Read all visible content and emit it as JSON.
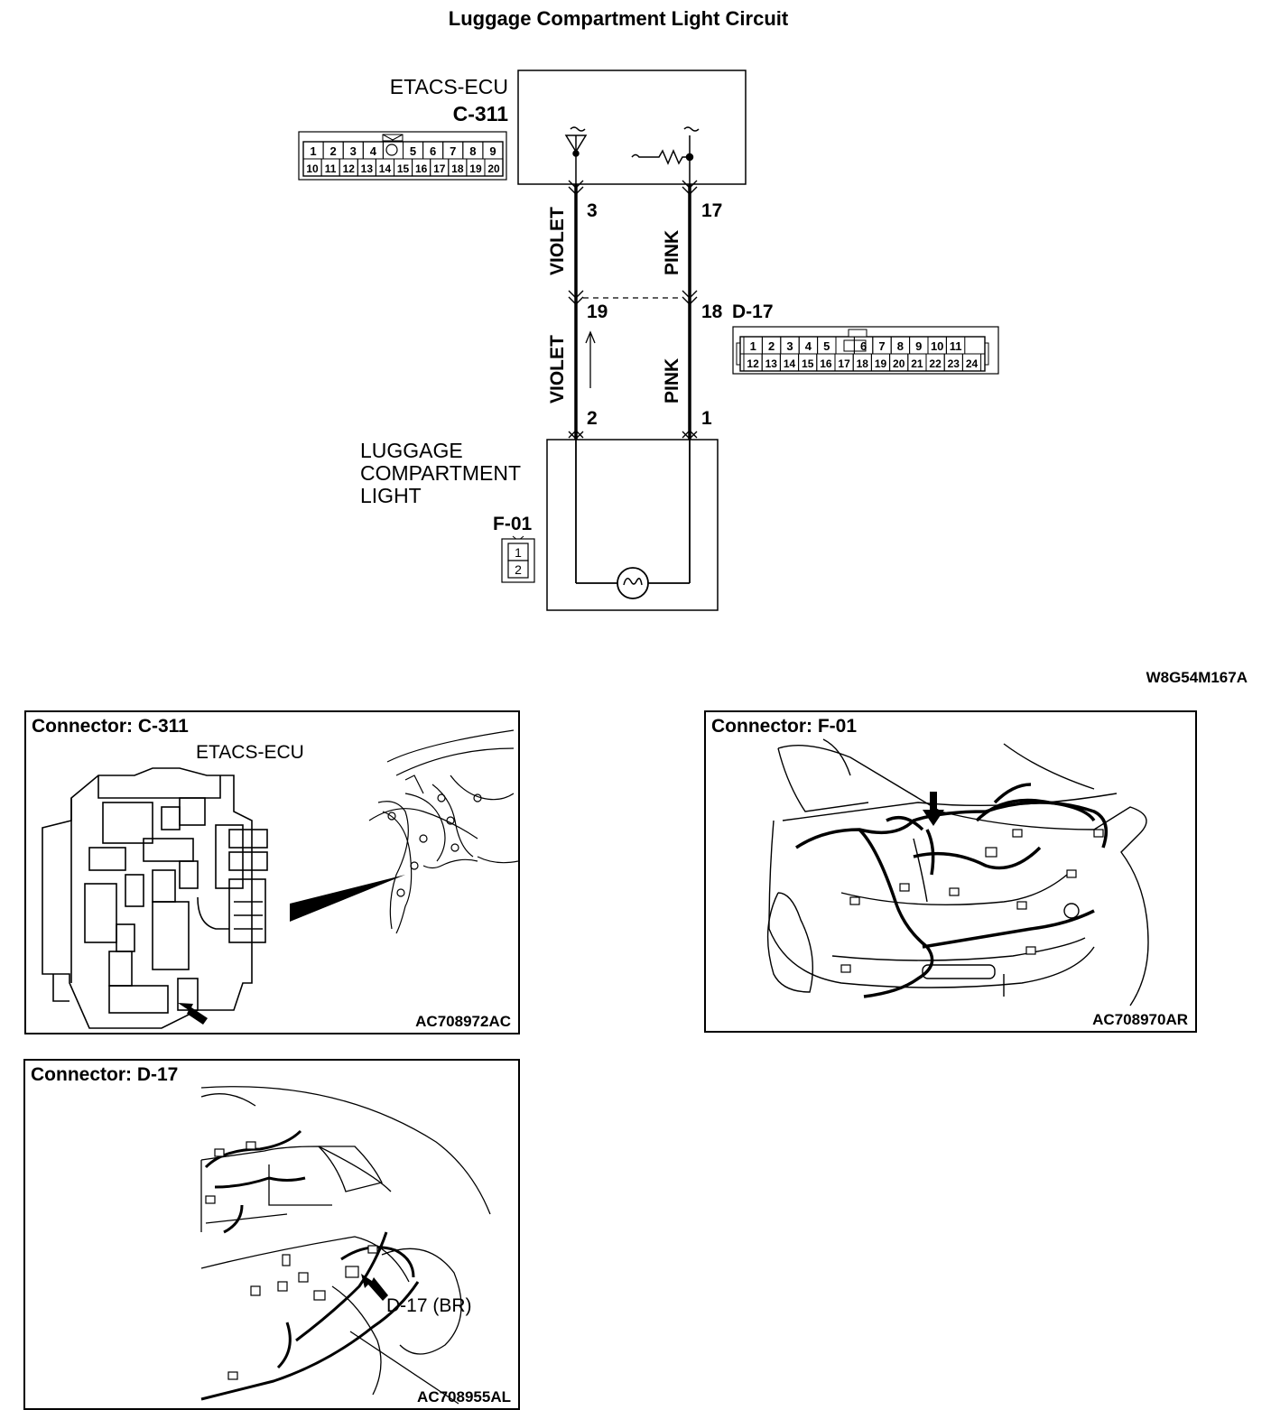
{
  "title": "Luggage Compartment Light Circuit",
  "diagram_code": "W8G54M167A",
  "ecu": {
    "name": "ETACS-ECU",
    "connector": "C-311",
    "pins_row1": [
      "1",
      "2",
      "3",
      "4",
      "",
      "5",
      "6",
      "7",
      "8",
      "9"
    ],
    "pins_row2": [
      "10",
      "11",
      "12",
      "13",
      "14",
      "15",
      "16",
      "17",
      "18",
      "19",
      "20"
    ]
  },
  "wires": {
    "left_color_upper": "VIOLET",
    "right_color_upper": "PINK",
    "left_color_lower": "VIOLET",
    "right_color_lower": "PINK",
    "pin_ecu_left": "3",
    "pin_ecu_right": "17",
    "pin_junction_left": "19",
    "pin_junction_right": "18",
    "pin_light_left": "2",
    "pin_light_right": "1"
  },
  "junction": {
    "connector": "D-17",
    "pins_row1": [
      "1",
      "2",
      "3",
      "4",
      "5",
      "",
      "6",
      "7",
      "8",
      "9",
      "10",
      "11"
    ],
    "pins_row2": [
      "12",
      "13",
      "14",
      "15",
      "16",
      "17",
      "18",
      "19",
      "20",
      "21",
      "22",
      "23",
      "24"
    ]
  },
  "light": {
    "line1": "LUGGAGE",
    "line2": "COMPARTMENT",
    "line3": "LIGHT",
    "connector": "F-01",
    "pins": [
      "1",
      "2"
    ]
  },
  "panels": {
    "c311": {
      "title": "Connector: C-311",
      "subtitle": "ETACS-ECU",
      "code": "AC708972AC"
    },
    "f01": {
      "title": "Connector: F-01",
      "code": "AC708970AR"
    },
    "d17": {
      "title": "Connector: D-17",
      "callout": "D-17 (BR)",
      "code": "AC708955AL"
    }
  }
}
